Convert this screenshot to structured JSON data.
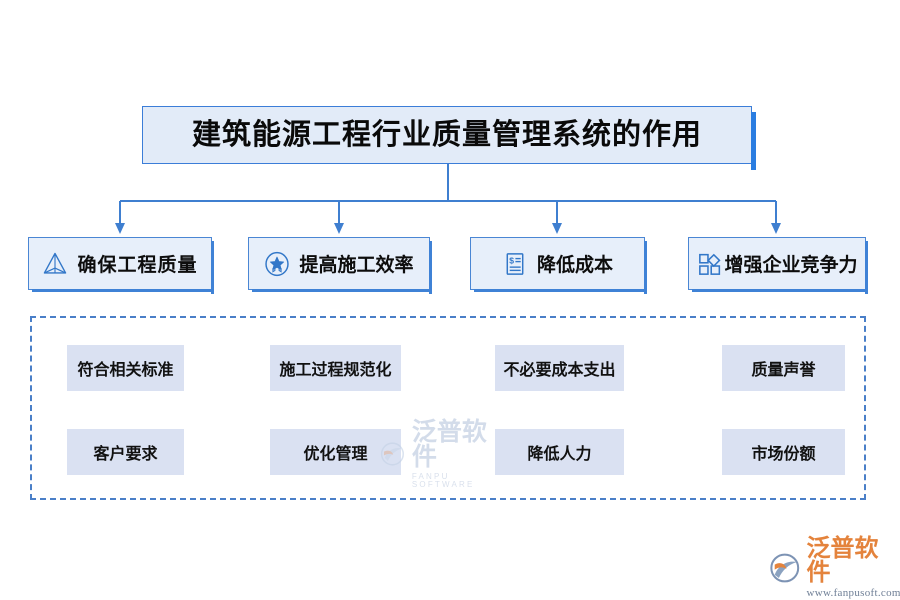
{
  "diagram": {
    "title": "建筑能源工程行业质量管理系统的作用",
    "categories": [
      {
        "label": "确保工程质量",
        "icon": "pyramid-icon"
      },
      {
        "label": "提高施工效率",
        "icon": "star-badge-icon"
      },
      {
        "label": "降低成本",
        "icon": "invoice-dollar-icon"
      },
      {
        "label": "增强企业竞争力",
        "icon": "four-shapes-icon"
      }
    ],
    "sub_items_row1": [
      "符合相关标准",
      "施工过程规范化",
      "不必要成本支出",
      "质量声誉"
    ],
    "sub_items_row2": [
      "客户要求",
      "优化管理",
      "降低人力",
      "市场份额"
    ]
  },
  "watermark": {
    "cn": "泛普软件",
    "en": "FANPU SOFTWARE"
  },
  "logo": {
    "cn": "泛普软件",
    "url": "www.fanpusoft.com"
  },
  "colors": {
    "connector": "#3f7fd0",
    "title_fill": "#e2ebf8",
    "title_border": "#3b7dd8",
    "category_fill": "#e7effa",
    "category_border": "#4a86d4",
    "sub_fill": "#dae1f2",
    "dashed_border": "#4a7fc8",
    "logo_orange": "#e4833c"
  }
}
